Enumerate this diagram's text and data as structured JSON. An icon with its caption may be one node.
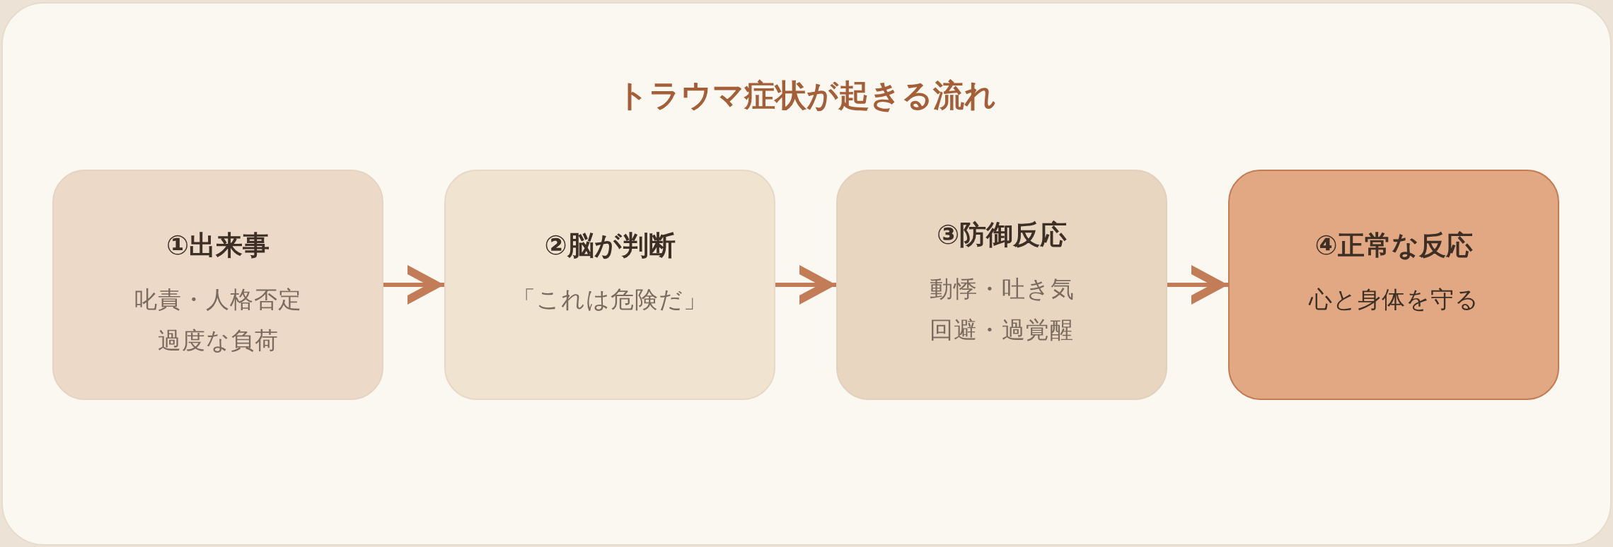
{
  "diagram": {
    "title": "トラウマ症状が起きる流れ",
    "nodes": [
      {
        "text": [
          "①出来事",
          "叱責・人格否定",
          "過度な負荷"
        ]
      },
      {
        "text": [
          "②脳が判断",
          "「これは危険だ」"
        ]
      },
      {
        "text": [
          "③防御反応",
          "動悸・吐き気",
          "回避・過覚醒"
        ]
      },
      {
        "text": [
          "④正常な反応",
          "心と身体を守る"
        ]
      }
    ],
    "edges": [
      {
        "from": 0,
        "to": 1,
        "arrow": "to"
      },
      {
        "from": 1,
        "to": 2,
        "arrow": "to"
      },
      {
        "from": 2,
        "to": 3,
        "arrow": "to"
      }
    ]
  }
}
